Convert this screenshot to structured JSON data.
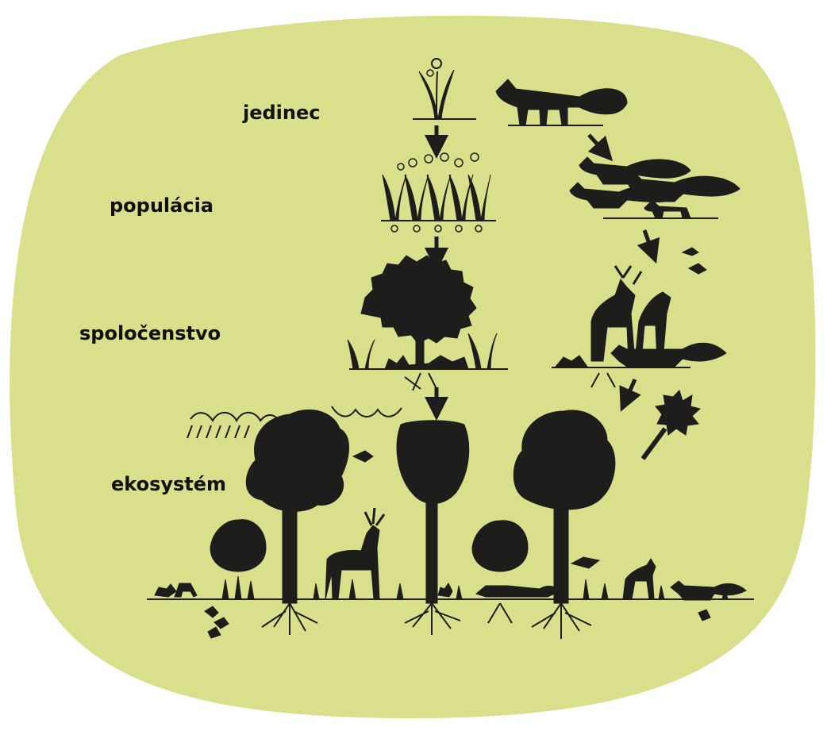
{
  "colors": {
    "background_blob": "#d9df8a",
    "silhouette": "#1d1d1b",
    "page": "#ffffff"
  },
  "levels": [
    {
      "label": "jedinec"
    },
    {
      "label": "populácia"
    },
    {
      "label": "spoločenstvo"
    },
    {
      "label": "ekosystém"
    }
  ],
  "illustrations": [
    {
      "icon": "plant-individual-icon"
    },
    {
      "icon": "fox-individual-icon"
    },
    {
      "icon": "plant-population-icon"
    },
    {
      "icon": "fox-population-icon"
    },
    {
      "icon": "plant-community-icon"
    },
    {
      "icon": "animal-community-icon"
    },
    {
      "icon": "ecosystem-forest-icon"
    },
    {
      "icon": "sun-icon"
    },
    {
      "icon": "rain-cloud-icon"
    },
    {
      "icon": "wave-icon"
    }
  ]
}
